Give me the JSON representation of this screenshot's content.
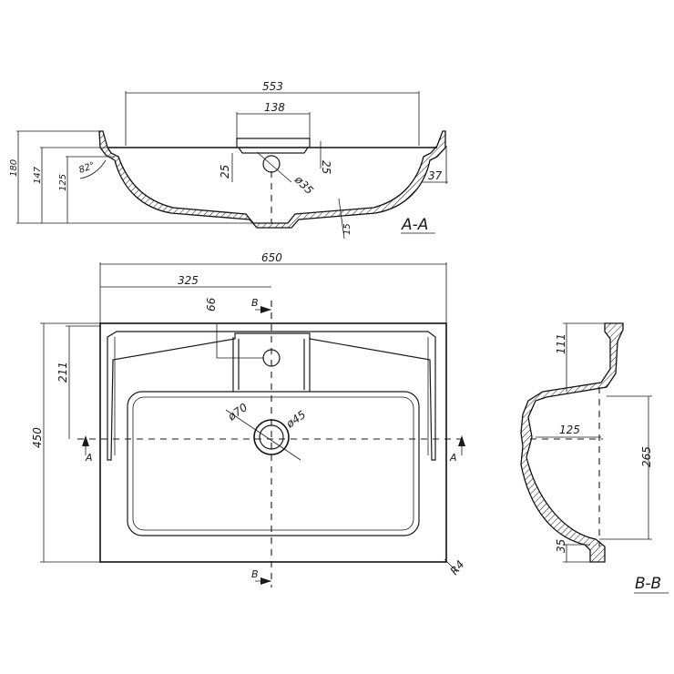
{
  "section_aa": {
    "label": "A-A",
    "dims": {
      "top_width": "553",
      "overflow_width": "138",
      "tap_offset_left": "25",
      "tap_offset_right": "25",
      "tap_hole_dia": "ø35",
      "rim_height": "37",
      "total_height": "180",
      "inner_height": "147",
      "bowl_height": "125",
      "angle": "82°",
      "wall": "15"
    }
  },
  "plan": {
    "dims": {
      "overall_width": "650",
      "half_width": "325",
      "tap_depth": "66",
      "front_to_center": "211",
      "overall_depth": "450",
      "drain_outer": "ø70",
      "drain_inner": "ø45",
      "corner_radius": "R4"
    },
    "cut_marks": {
      "a": "A",
      "b": "B"
    }
  },
  "section_bb": {
    "label": "B-B",
    "dims": {
      "top_height": "111",
      "bowl_width": "125",
      "bowl_depth": "265",
      "base_height": "35"
    }
  }
}
